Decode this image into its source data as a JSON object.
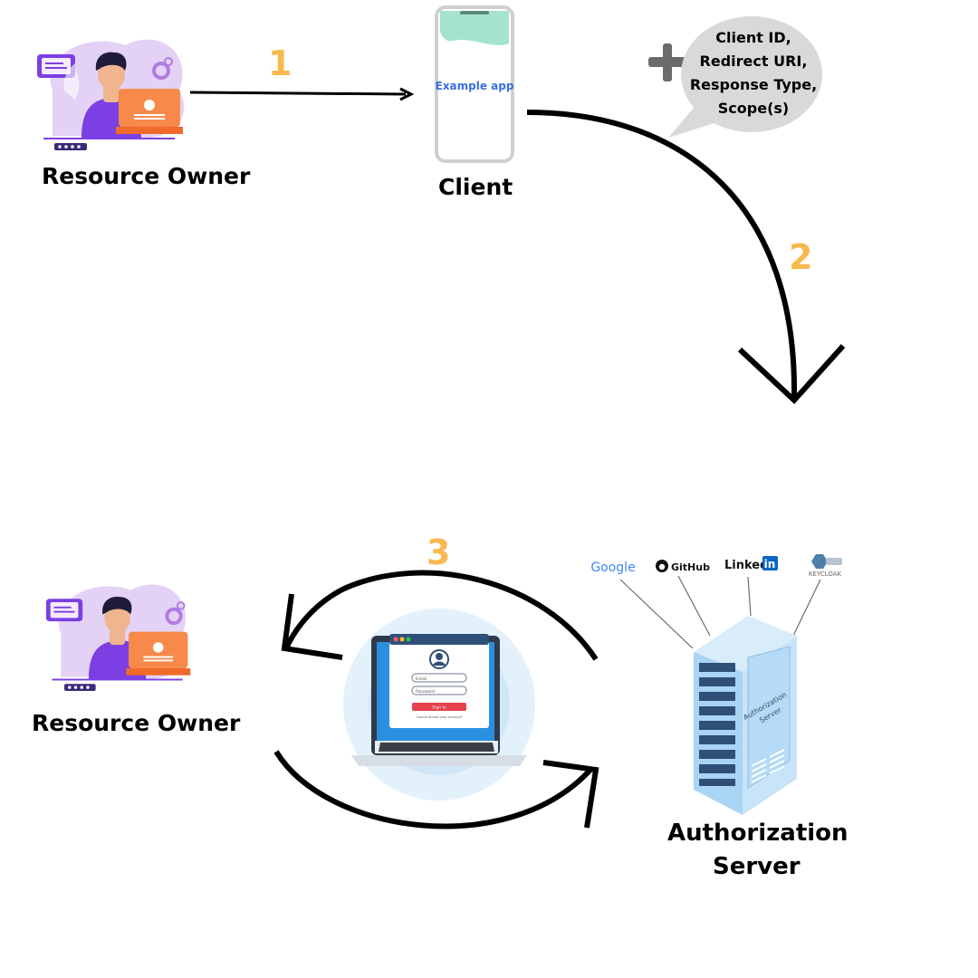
{
  "steps": {
    "one": "1",
    "two": "2",
    "three": "3"
  },
  "actors": {
    "resource_owner_top": "Resource Owner",
    "client": "Client",
    "resource_owner_bottom": "Resource Owner",
    "auth_server_line1": "Authorization",
    "auth_server_line2": "Server"
  },
  "client_phone": {
    "app_label": "Example app"
  },
  "request_params": {
    "line1": "Client ID,",
    "line2": "Redirect URI,",
    "line3": "Response Type,",
    "line4": "Scope(s)"
  },
  "login_screen": {
    "email_placeholder": "Email",
    "password_placeholder": "Password",
    "sign_in": "Sign In",
    "footer": "Cannot access your account?"
  },
  "server_label": {
    "line1": "Authorization",
    "line2": "Server"
  },
  "identity_providers": [
    {
      "name": "Google",
      "icon": "google-logo"
    },
    {
      "name": "GitHub",
      "icon": "github-logo"
    },
    {
      "name": "Linked",
      "suffix": "in",
      "icon": "linkedin-logo"
    },
    {
      "name": "KEYCLOAK",
      "icon": "keycloak-logo"
    }
  ],
  "colors": {
    "step": "#f9b94e",
    "purple": "#7b3fe4",
    "lavender": "#e4d2f6",
    "laptop_orange": "#f7894a",
    "server_blue": "#a9d4f4",
    "server_dark": "#2f4f78",
    "phone_frame": "#cfcfcf",
    "app_text": "#3b6fe0",
    "bubble": "#d9d9d9",
    "plus": "#6b6b6b"
  }
}
